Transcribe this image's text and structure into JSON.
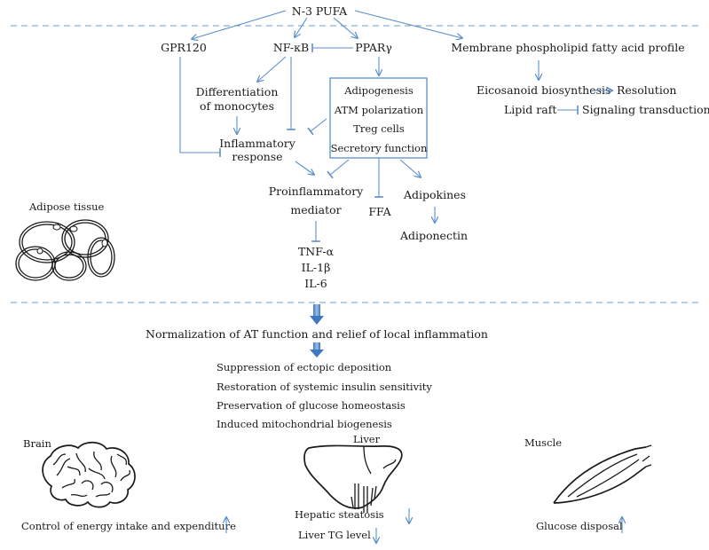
{
  "top": {
    "source": "N-3 PUFA"
  },
  "level1": {
    "gpr120": "GPR120",
    "nfkb": "NF-κB",
    "ppar": "PPARγ",
    "membrane": "Membrane phospholipid fatty acid profile"
  },
  "membrane_effects": {
    "eicosanoid": "Eicosanoid biosynthesis",
    "resolution": "Resolution",
    "lipid_raft": "Lipid raft",
    "signaling": "Signaling transduction"
  },
  "monocytes": {
    "line1": "Differentiation",
    "line2": "of monocytes"
  },
  "inflammatory": {
    "line1": "Inflammatory",
    "line2": "response"
  },
  "ppar_box": {
    "items": [
      "Adipogenesis",
      "ATM polarization",
      "Treg cells",
      "Secretory function"
    ]
  },
  "proinflammatory": {
    "line1": "Proinflammatory",
    "line2": "mediator"
  },
  "ffa": "FFA",
  "adipokines": "Adipokines",
  "adiponectin": "Adiponectin",
  "cytokines": [
    "TNF-α",
    "IL-1β",
    "IL-6"
  ],
  "adipose": {
    "label": "Adipose tissue"
  },
  "normalization": "Normalization of AT function and relief of local inflammation",
  "systemic": {
    "items": [
      "Suppression of ectopic deposition",
      "Restoration of systemic insulin sensitivity",
      "Preservation of glucose homeostasis",
      "Induced mitochondrial biogenesis"
    ]
  },
  "organs": {
    "brain": {
      "label": "Brain",
      "effect": "Control of energy intake and expenditure"
    },
    "liver": {
      "label": "Liver",
      "effects": [
        "Hepatic steatosis",
        "Liver TG level"
      ]
    },
    "muscle": {
      "label": "Muscle",
      "effect": "Glucose disposal"
    }
  },
  "colors": {
    "arrow": "#5b8fc9",
    "dashed_divider": "#6b9bd1",
    "text": "#1a1a1a"
  }
}
